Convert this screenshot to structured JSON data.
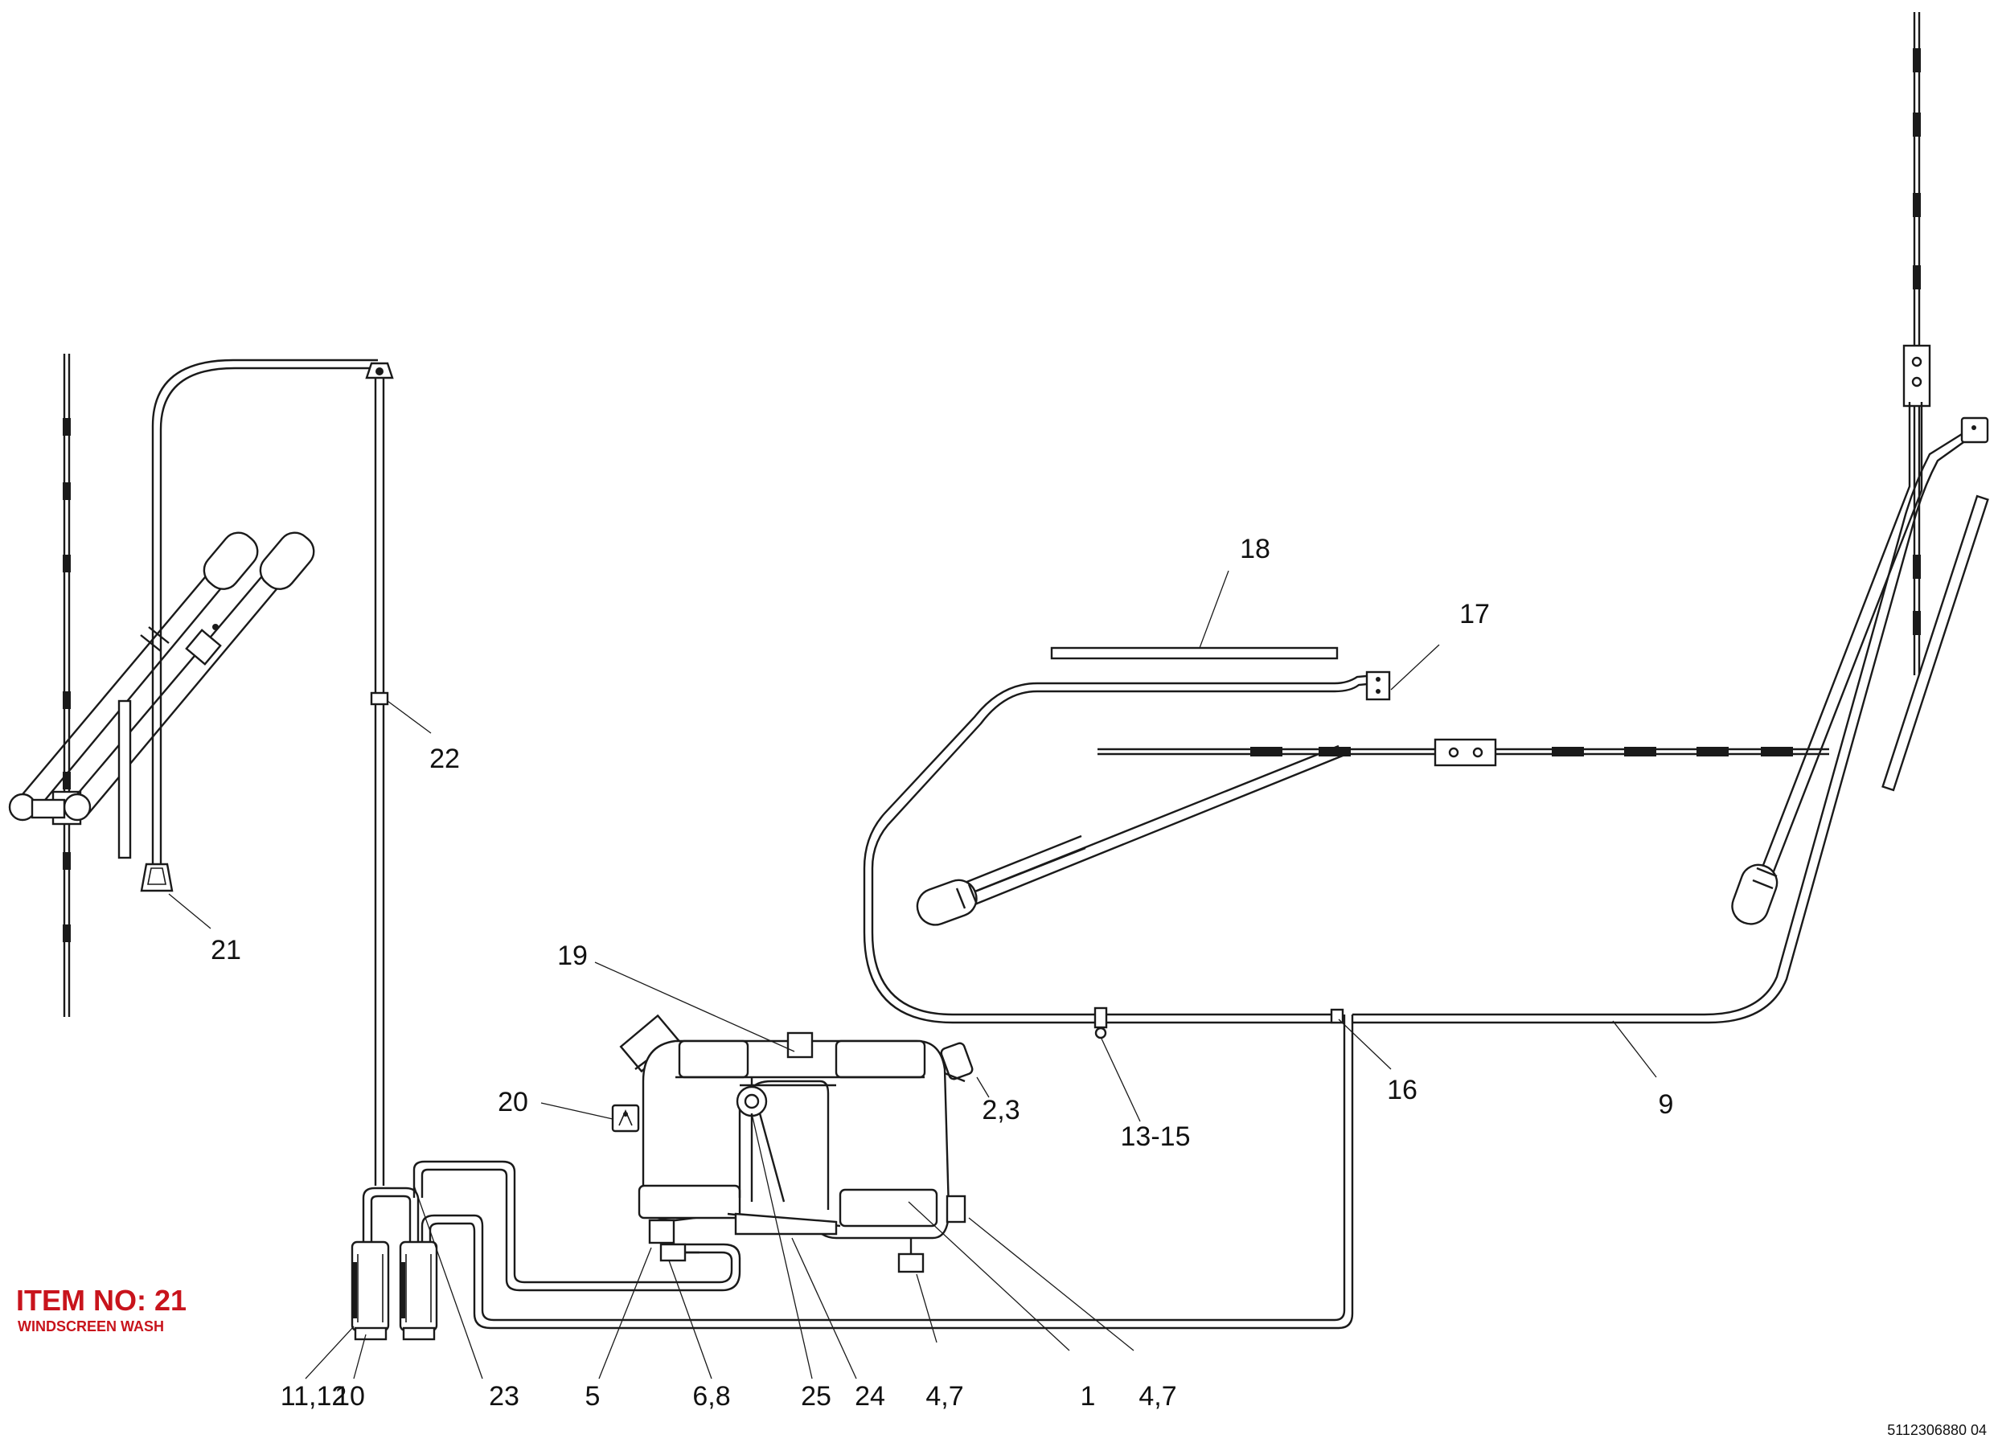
{
  "title": {
    "item": "ITEM NO: 21",
    "subtitle": "WINDSCREEN WASH"
  },
  "drawing_number": "5112306880 04",
  "callouts": [
    {
      "id": "c1",
      "text": "1"
    },
    {
      "id": "c23",
      "text": "2,3"
    },
    {
      "id": "c47a",
      "text": "4,7"
    },
    {
      "id": "c47b",
      "text": "4,7"
    },
    {
      "id": "c5",
      "text": "5"
    },
    {
      "id": "c68",
      "text": "6,8"
    },
    {
      "id": "c9",
      "text": "9"
    },
    {
      "id": "c10",
      "text": "10"
    },
    {
      "id": "c1112",
      "text": "11,12"
    },
    {
      "id": "c1315",
      "text": "13-15"
    },
    {
      "id": "c16",
      "text": "16"
    },
    {
      "id": "c17",
      "text": "17"
    },
    {
      "id": "c18",
      "text": "18"
    },
    {
      "id": "c19",
      "text": "19"
    },
    {
      "id": "c20",
      "text": "20"
    },
    {
      "id": "c21",
      "text": "21"
    },
    {
      "id": "c22",
      "text": "22"
    },
    {
      "id": "c23b",
      "text": "23"
    },
    {
      "id": "c24",
      "text": "24"
    },
    {
      "id": "c25",
      "text": "25"
    }
  ],
  "colors": {
    "title": "#c8141c",
    "line": "#1a1a1a"
  }
}
